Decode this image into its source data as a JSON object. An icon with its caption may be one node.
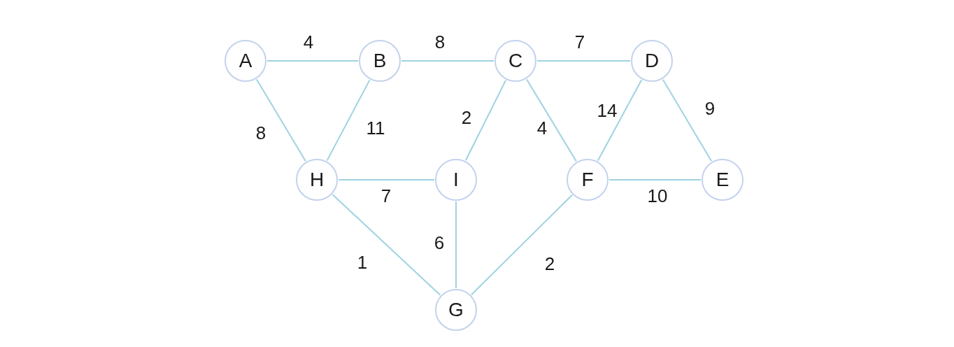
{
  "diagram": {
    "nodes": [
      {
        "text": [
          "A"
        ]
      },
      {
        "text": [
          "B"
        ]
      },
      {
        "text": [
          "C"
        ]
      },
      {
        "text": [
          "D"
        ]
      },
      {
        "text": [
          "H"
        ]
      },
      {
        "text": [
          "I"
        ]
      },
      {
        "text": [
          "F"
        ]
      },
      {
        "text": [
          "E"
        ]
      },
      {
        "text": [
          "G"
        ]
      }
    ],
    "edges": [
      {
        "from": 0,
        "to": 1,
        "arrow": "none",
        "label": "4"
      },
      {
        "from": 1,
        "to": 2,
        "arrow": "none",
        "label": "8"
      },
      {
        "from": 2,
        "to": 3,
        "arrow": "none",
        "label": "7"
      },
      {
        "from": 0,
        "to": 4,
        "arrow": "none",
        "label": "8"
      },
      {
        "from": 1,
        "to": 4,
        "arrow": "none",
        "label": "11"
      },
      {
        "from": 2,
        "to": 5,
        "arrow": "none",
        "label": "2"
      },
      {
        "from": 2,
        "to": 6,
        "arrow": "none",
        "label": "4"
      },
      {
        "from": 3,
        "to": 6,
        "arrow": "none",
        "label": "14"
      },
      {
        "from": 3,
        "to": 7,
        "arrow": "none",
        "label": "9"
      },
      {
        "from": 4,
        "to": 5,
        "arrow": "none",
        "label": "7"
      },
      {
        "from": 6,
        "to": 7,
        "arrow": "none",
        "label": "10"
      },
      {
        "from": 4,
        "to": 8,
        "arrow": "none",
        "label": "1"
      },
      {
        "from": 5,
        "to": 8,
        "arrow": "none",
        "label": "6"
      },
      {
        "from": 6,
        "to": 8,
        "arrow": "none",
        "label": "2"
      }
    ]
  }
}
